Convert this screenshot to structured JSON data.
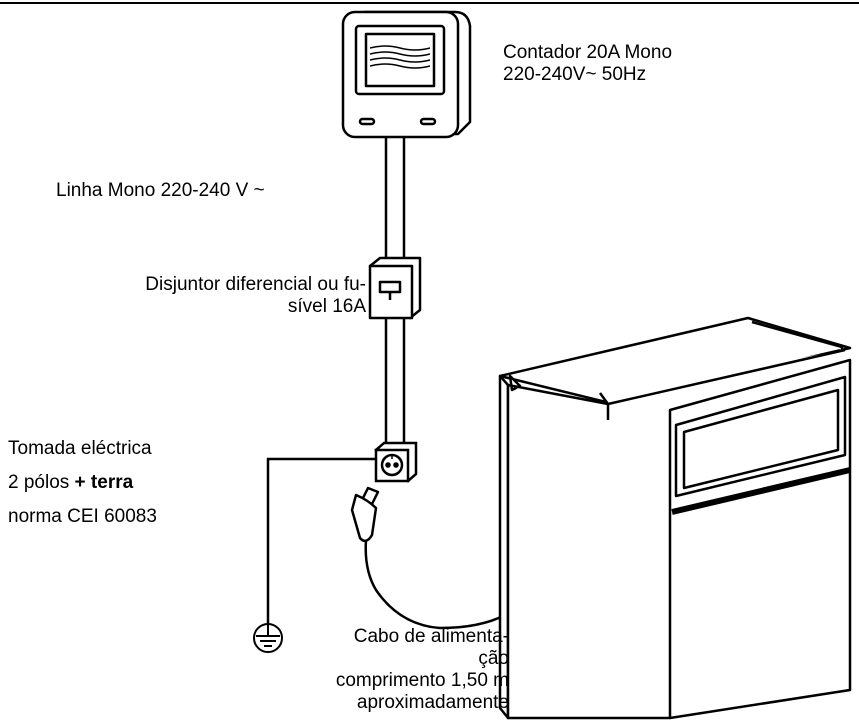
{
  "meter": {
    "line1": "Contador 20A Mono",
    "line2": "220-240V~ 50Hz"
  },
  "line": {
    "text": "Linha Mono 220-240 V ~"
  },
  "breaker": {
    "line1": "Disjuntor diferencial ou fu-",
    "line2": "sível 16A"
  },
  "socket": {
    "line1": "Tomada eléctrica",
    "line2_plain": "2 pólos ",
    "line2_bold": "+ terra",
    "line3": "norma CEI 60083"
  },
  "cable": {
    "line1": "Cabo de alimenta-",
    "line2": "ção",
    "line3": "comprimento 1,50 m",
    "line4": "aproximadamente"
  }
}
